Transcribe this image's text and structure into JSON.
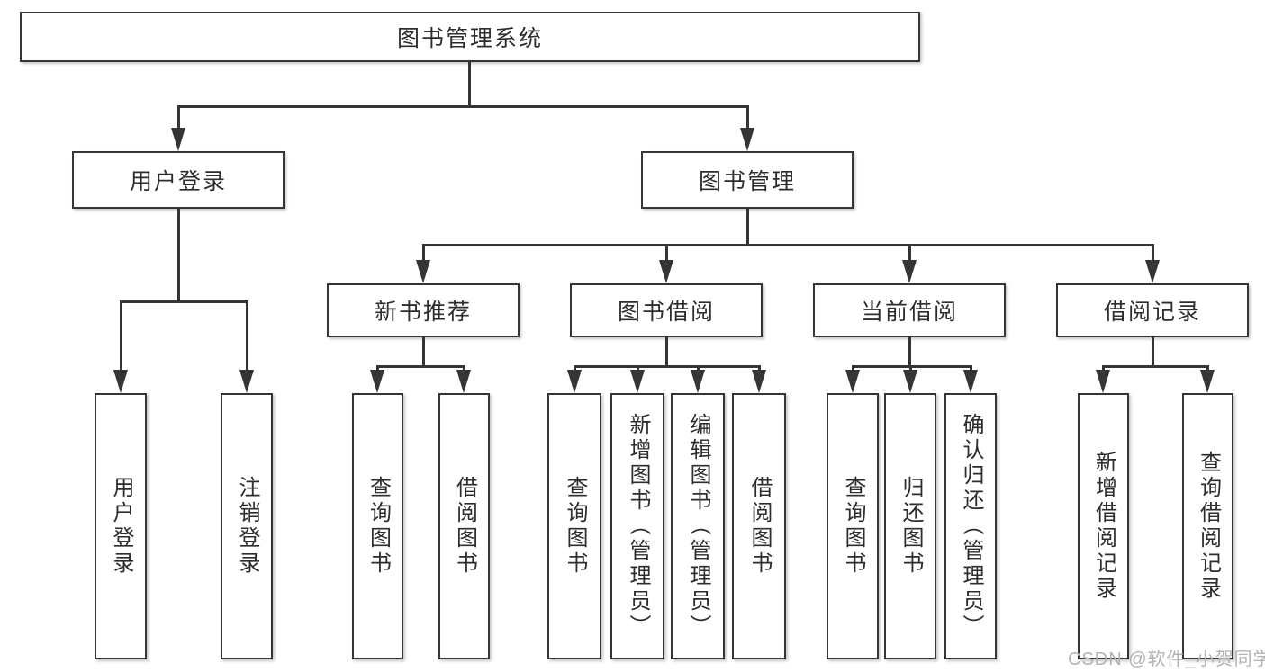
{
  "diagram": {
    "root": "图书管理系统",
    "branches": {
      "user": {
        "label": "用户登录",
        "children": [
          "用户登录",
          "注销登录"
        ]
      },
      "book": {
        "label": "图书管理",
        "sections": [
          {
            "label": "新书推荐",
            "children": [
              "查询图书",
              "借阅图书"
            ]
          },
          {
            "label": "图书借阅",
            "children": [
              "查询图书",
              "新增图书（管理员）",
              "编辑图书（管理员）",
              "借阅图书"
            ]
          },
          {
            "label": "当前借阅",
            "children": [
              "查询图书",
              "归还图书",
              "确认归还（管理员）"
            ]
          },
          {
            "label": "借阅记录",
            "children": [
              "新增借阅记录",
              "查询借阅记录"
            ]
          }
        ]
      }
    }
  },
  "watermark": "CSDN @软件_小贺同学",
  "colors": {
    "line": "#353535",
    "text": "#2d2d2d",
    "watermark": "#b3b3b3",
    "background": "#ffffff"
  }
}
